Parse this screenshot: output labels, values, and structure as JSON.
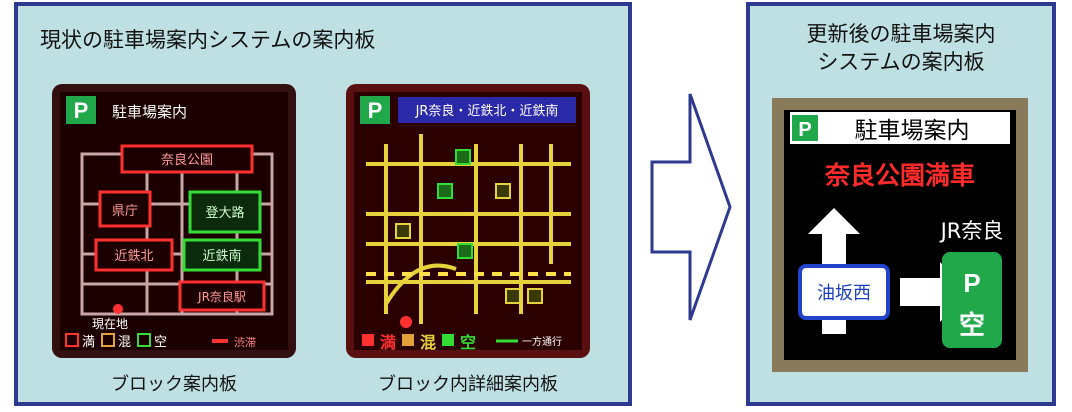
{
  "current_panel": {
    "title": "現状の駐車場案内システムの案内板",
    "block_board": {
      "header": "駐車場案内",
      "labels": {
        "nara_park": "奈良公園",
        "prefecture": "県庁",
        "noboriooji": "登大路",
        "kintetsu_north": "近鉄北",
        "kintetsu_south": "近鉄南",
        "jr_nara": "JR奈良駅",
        "current_location": "現在地"
      },
      "legend": {
        "full": "満",
        "crowded": "混",
        "empty": "空",
        "congestion": "渋滞"
      },
      "caption": "ブロック案内板"
    },
    "detail_board": {
      "header": "JR奈良・近鉄北・近鉄南",
      "legend": {
        "full": "満",
        "crowded": "混",
        "empty": "空",
        "one_way": "一方通行"
      },
      "caption": "ブロック内詳細案内板"
    }
  },
  "updated_panel": {
    "title_line1": "更新後の駐車場案内",
    "title_line2": "システムの案内板",
    "board": {
      "header": "駐車場案内",
      "status_text": "奈良公園満車",
      "destination": "JR奈良",
      "waypoint": "油坂西",
      "parking_mark": "P",
      "parking_status": "空"
    }
  },
  "colors": {
    "panel_bg": "#bfe0e3",
    "panel_border": "#2e3a8f",
    "board_bg": "#330000",
    "parking_green": "#21a84b",
    "full_red": "#ff2a2a",
    "empty_green": "#33dd33",
    "road_yellow": "#e6d23a"
  }
}
